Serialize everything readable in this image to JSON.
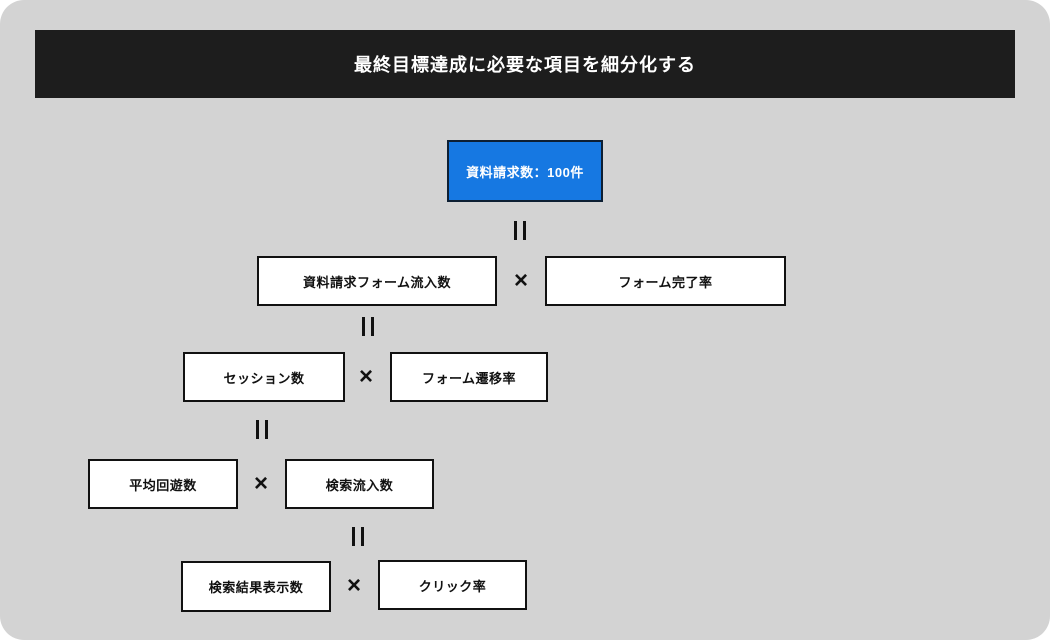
{
  "header": {
    "title": "最終目標達成に必要な項目を細分化する"
  },
  "colors": {
    "background": "#d3d3d3",
    "header_bg": "#1d1d1d",
    "header_text": "#ffffff",
    "root_box_fill": "#1678e2",
    "root_box_text": "#ffffff",
    "box_fill": "#ffffff",
    "box_border": "#111111"
  },
  "diagram": {
    "root": {
      "label": "資料請求数：100件"
    },
    "equals_symbol": "‖",
    "multiply_symbol": "×",
    "rows": [
      {
        "left": "資料請求フォーム流入数",
        "right": "フォーム完了率"
      },
      {
        "left": "セッション数",
        "right": "フォーム遷移率"
      },
      {
        "left": "平均回遊数",
        "right": "検索流入数"
      },
      {
        "left": "検索結果表示数",
        "right": "クリック率"
      }
    ]
  }
}
